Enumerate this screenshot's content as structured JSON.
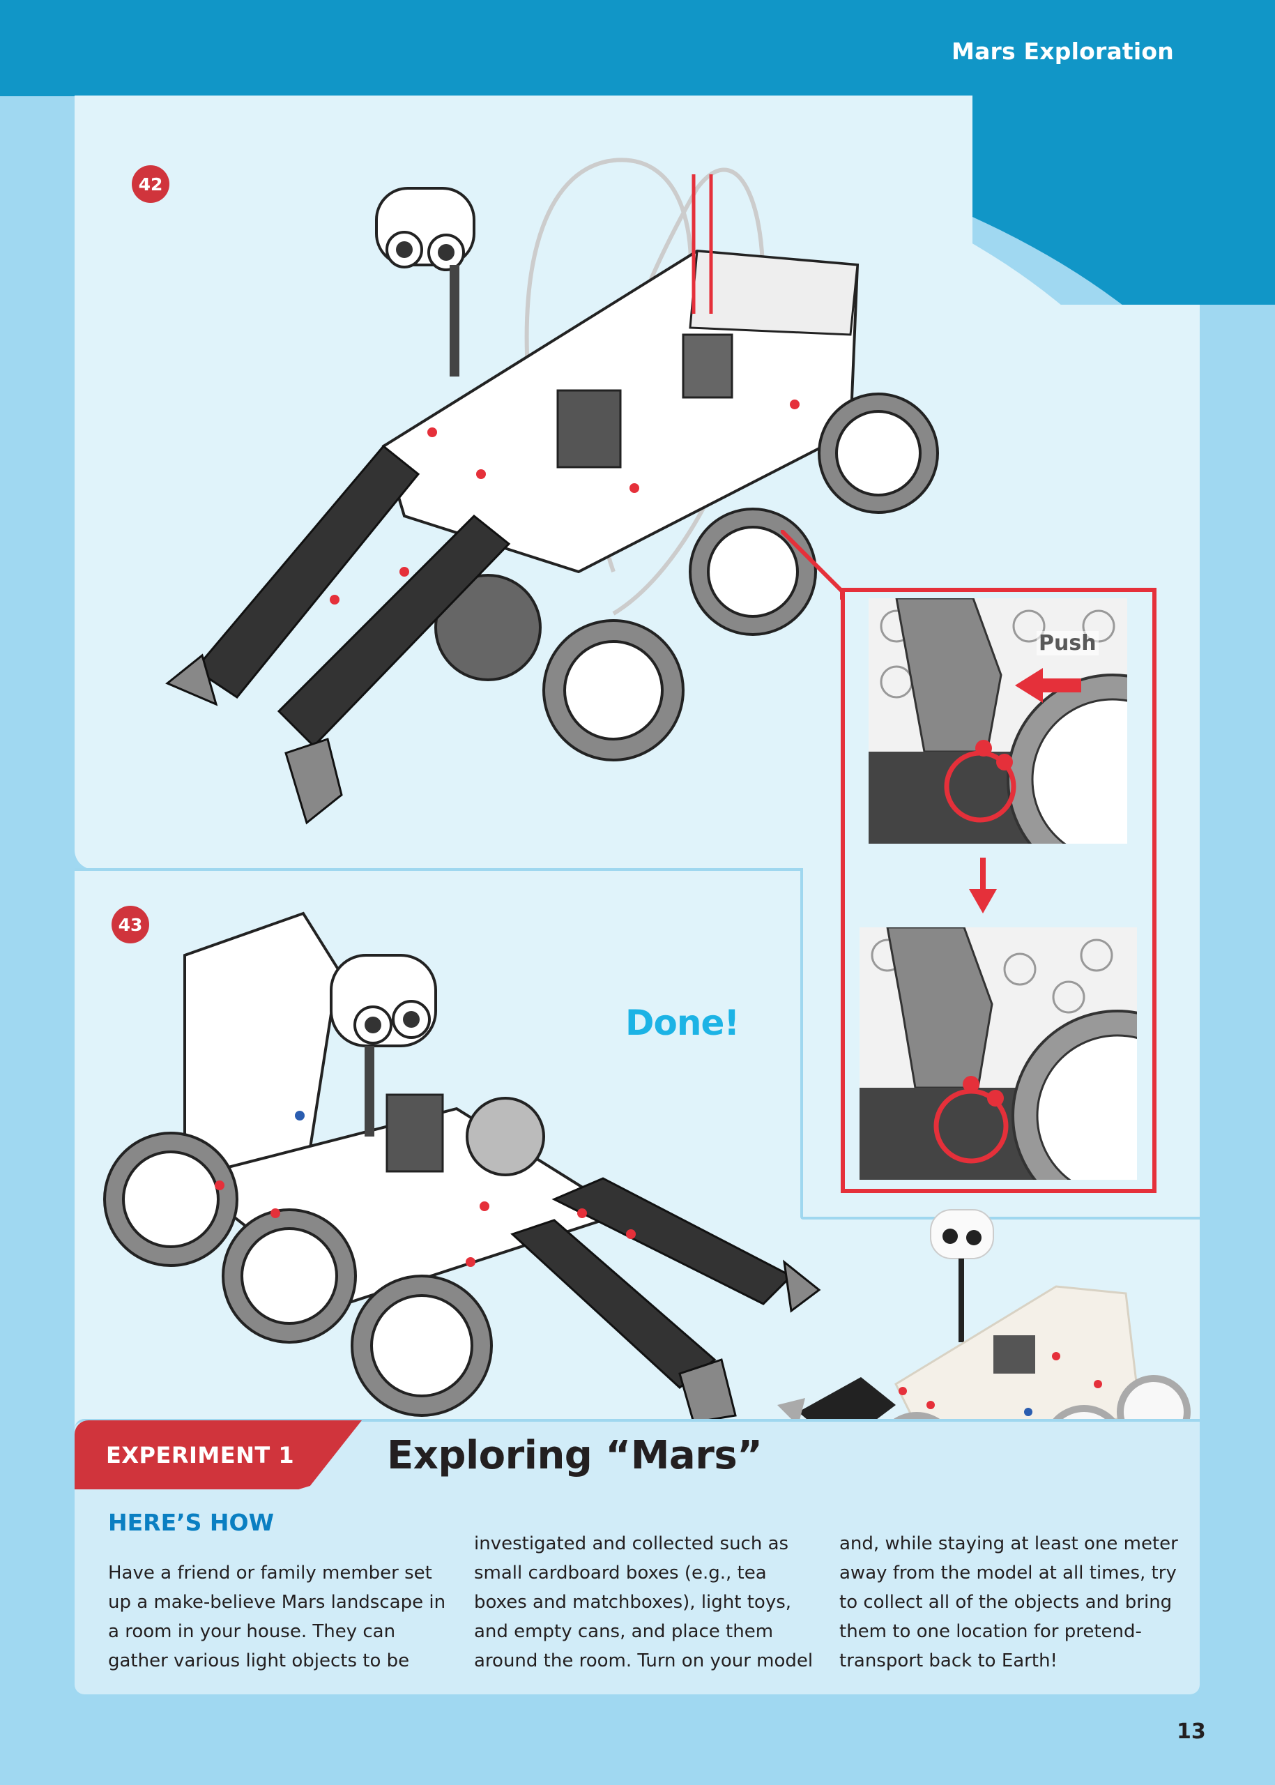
{
  "header": {
    "section_title": "Mars Exploration",
    "bar_color": "#1196c7"
  },
  "steps": [
    {
      "number": "42",
      "badge_color": "#d0343c",
      "illustration": "rover-assembly-step-42"
    },
    {
      "number": "43",
      "badge_color": "#d0343c",
      "illustration": "rover-assembly-step-43",
      "done_label": "Done!"
    }
  ],
  "callout": {
    "push_label": "Push",
    "border_color": "#e5303a",
    "images": [
      "gear-detail-before",
      "gear-detail-after"
    ]
  },
  "photo": {
    "description": "assembled-rover-photo"
  },
  "experiment": {
    "tab_label": "EXPERIMENT 1",
    "title": "Exploring “Mars”",
    "section_heading": "HERE’S HOW",
    "columns": [
      {
        "lines": [
          "Have a friend or family member set",
          "up a make-believe Mars landscape in",
          "a room in your house. They can",
          "gather various light objects to be"
        ]
      },
      {
        "lines": [
          "investigated and collected such as",
          "small cardboard boxes (e.g., tea",
          "boxes and matchboxes), light toys,",
          "and empty cans, and place them",
          "around the room. Turn on your model"
        ]
      },
      {
        "lines": [
          "and, while staying at least one meter",
          "away from the model at all times, try",
          "to collect all of the objects and bring",
          "them to one location for pretend-",
          "transport back to Earth!"
        ]
      }
    ]
  },
  "footer": {
    "page_number": "13"
  },
  "colors": {
    "page_bg": "#a0d8f1",
    "panel_bg": "#e0f3fa",
    "card_bg": "#d1ecf8",
    "accent_red": "#d0343c",
    "heading_blue": "#0a7fc2",
    "done_cyan": "#1cb3e5"
  }
}
